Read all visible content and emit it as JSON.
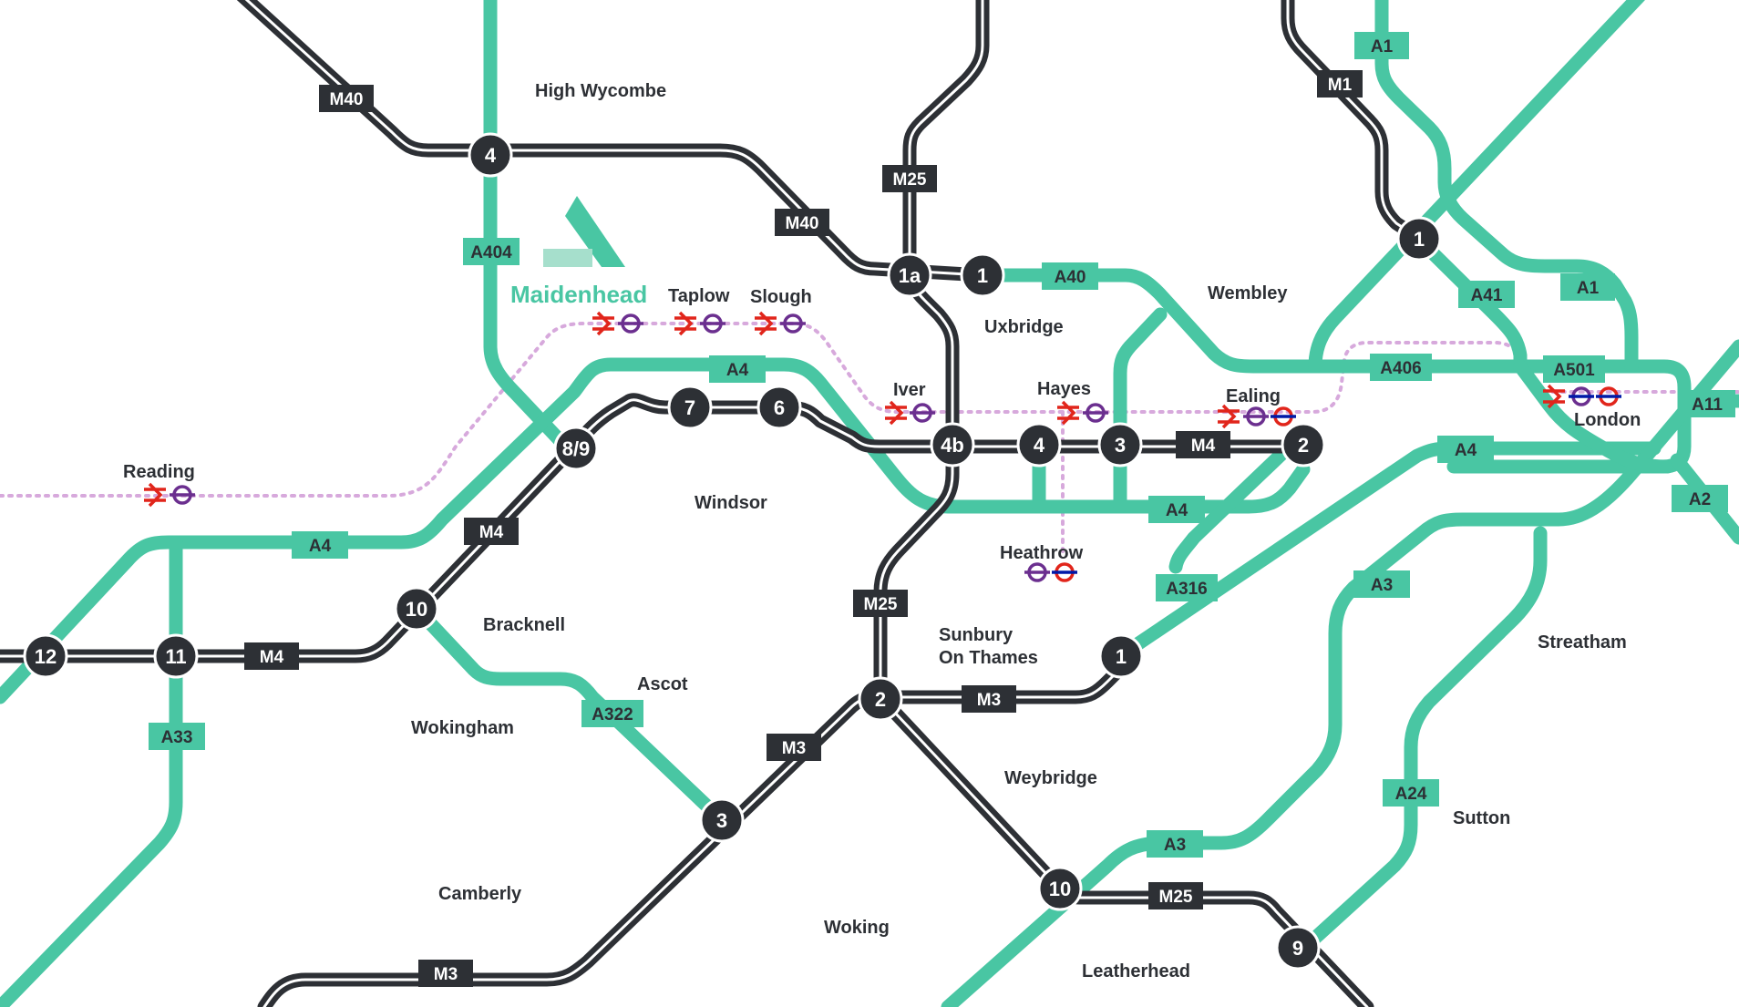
{
  "colors": {
    "motorway": "#2d3035",
    "motorway_inner": "#ffffff",
    "a_road": "#49c6a3",
    "rail": "#d7a9dc",
    "text": "#2d3035",
    "brand": "#49c6a3",
    "national_rail": "#e1251b",
    "underground_ring": "#6b2f8f",
    "underground_red": "#e1251b",
    "underground_bar": "#0019a8"
  },
  "brand": {
    "name": "Maidenhead"
  },
  "places": {
    "high_wycombe": "High Wycombe",
    "wembley": "Wembley",
    "uxbridge": "Uxbridge",
    "taplow": "Taplow",
    "slough": "Slough",
    "iver": "Iver",
    "hayes": "Hayes",
    "ealing": "Ealing",
    "london": "London",
    "reading": "Reading",
    "windsor": "Windsor",
    "heathrow": "Heathrow",
    "bracknell": "Bracknell",
    "ascot": "Ascot",
    "sunbury_1": "Sunbury",
    "sunbury_2": "On Thames",
    "streatham": "Streatham",
    "wokingham": "Wokingham",
    "weybridge": "Weybridge",
    "sutton": "Sutton",
    "camberly": "Camberly",
    "woking": "Woking",
    "leatherhead": "Leatherhead"
  },
  "road_labels": {
    "m40_a": "M40",
    "m40_b": "M40",
    "m25_a": "M25",
    "m25_b": "M25",
    "m25_c": "M25",
    "m1": "M1",
    "m4_a": "M4",
    "m4_b": "M4",
    "m4_c": "M4",
    "m3_a": "M3",
    "m3_b": "M3",
    "m3_c": "M3",
    "a1_a": "A1",
    "a1_b": "A1",
    "a404": "A404",
    "a40": "A40",
    "a41": "A41",
    "a4_a": "A4",
    "a4_b": "A4",
    "a4_c": "A4",
    "a4_d": "A4",
    "a406": "A406",
    "a501": "A501",
    "a11": "A11",
    "a2": "A2",
    "a316": "A316",
    "a3_a": "A3",
    "a3_b": "A3",
    "a33": "A33",
    "a322": "A322",
    "a24": "A24"
  },
  "junctions": {
    "m40_j4": "4",
    "m40_j1a": "1a",
    "m40_j1": "1",
    "m1_j1": "1",
    "m4_j8_9": "8/9",
    "m4_j7": "7",
    "m4_j6": "6",
    "m4_j4b": "4b",
    "m4_j4": "4",
    "m4_j3": "3",
    "m4_j2": "2",
    "m4_j10": "10",
    "m4_j11": "11",
    "m4_j12": "12",
    "m3_j1": "1",
    "m3_j2": "2",
    "m3_j3": "3",
    "m25_j10": "10",
    "m25_j9": "9"
  }
}
